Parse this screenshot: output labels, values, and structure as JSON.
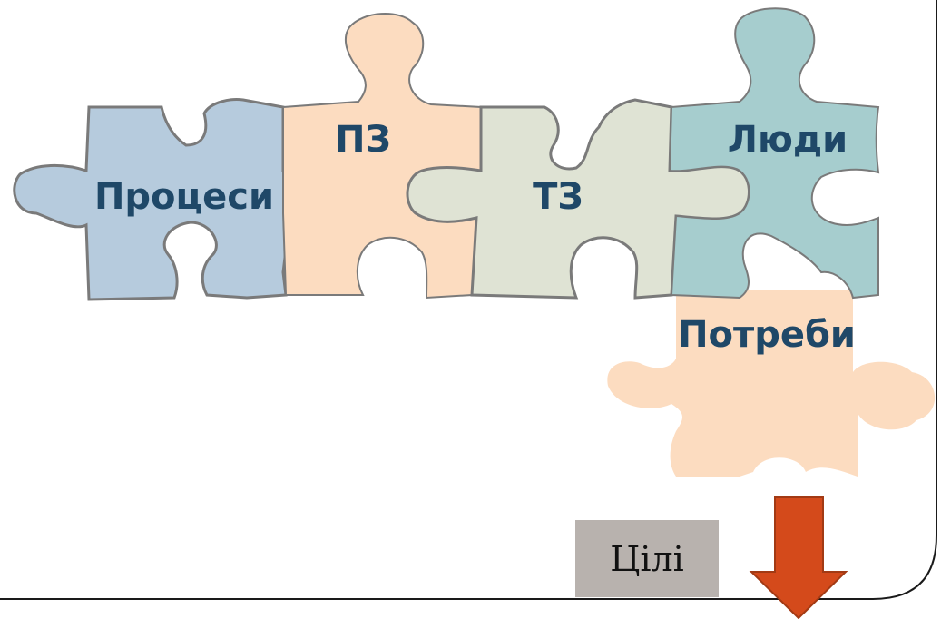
{
  "pieces": [
    {
      "id": "processes",
      "label": "Процеси",
      "color": "#b6cbdd"
    },
    {
      "id": "pz",
      "label": "ПЗ",
      "color": "#fcdcc0"
    },
    {
      "id": "tz",
      "label": "ТЗ",
      "color": "#dfe3d4"
    },
    {
      "id": "people",
      "label": "Люди",
      "color": "#a6cdce"
    },
    {
      "id": "needs",
      "label": "Потреби",
      "color": "#fcdcc0"
    }
  ],
  "goal": {
    "label": "Цілі",
    "box_color": "#b8b2ae"
  },
  "arrow": {
    "color": "#d44a1b",
    "outline": "#a23a14",
    "direction": "down"
  },
  "frame": {
    "color": "#1a1a1a"
  },
  "piece_outline": "#7a7a7a"
}
